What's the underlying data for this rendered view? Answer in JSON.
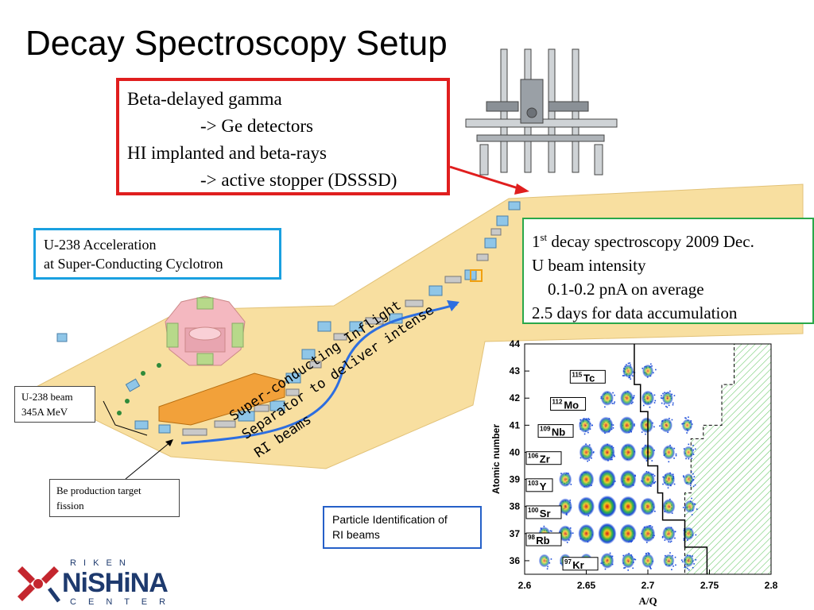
{
  "title": "Decay Spectroscopy Setup",
  "red_box": {
    "line1": "Beta-delayed gamma",
    "line2": "-> Ge detectors",
    "line3": "HI implanted and beta-rays",
    "line4": "-> active stopper (DSSSD)"
  },
  "blue_box": {
    "line1": "U-238 Acceleration",
    "line2": "at Super-Conducting Cyclotron"
  },
  "green_box": {
    "line1_num": "1",
    "line1_sup": "st",
    "line1_rest": " decay spectroscopy 2009 Dec.",
    "line2": "U beam intensity",
    "line3": "0.1-0.2 pnA on average",
    "line4": "2.5 days for data accumulation"
  },
  "beam_box": {
    "line1": "U-238 beam",
    "line2": "345A MeV"
  },
  "target_box": {
    "line1": "Be production target",
    "line2": "fission"
  },
  "separator_label": {
    "line1": "Super-conducting Inflight",
    "line2": "Separator to deliver intense",
    "line3": "RI beams"
  },
  "pid_box": {
    "line1": "Particle Identification of",
    "line2": "RI beams"
  },
  "logo": {
    "top": "R I K E N",
    "main": "NiSHiNA",
    "bottom": "C E N T E R"
  },
  "chart_data": {
    "type": "scatter",
    "xlabel": "A/Q",
    "ylabel": "Atomic number",
    "xlim": [
      2.6,
      2.8
    ],
    "ylim": [
      35.5,
      44
    ],
    "x_ticks": [
      "2.6",
      "2.65",
      "2.7",
      "2.75",
      "2.8"
    ],
    "y_ticks": [
      "36",
      "37",
      "38",
      "39",
      "40",
      "41",
      "42",
      "43",
      "44"
    ],
    "labels": [
      {
        "sup": "115",
        "el": "Tc"
      },
      {
        "sup": "112",
        "el": "Mo"
      },
      {
        "sup": "109",
        "el": "Nb"
      },
      {
        "sup": "106",
        "el": "Zr"
      },
      {
        "sup": "103",
        "el": "Y"
      },
      {
        "sup": "100",
        "el": "Sr"
      },
      {
        "sup": "98",
        "el": "Rb"
      },
      {
        "sup": "97",
        "el": "Kr"
      }
    ],
    "blobs": [
      {
        "z": 43,
        "aq": 2.684,
        "i": 0.3
      },
      {
        "z": 43,
        "aq": 2.7,
        "i": 0.3
      },
      {
        "z": 42,
        "aq": 2.667,
        "i": 0.45
      },
      {
        "z": 42,
        "aq": 2.683,
        "i": 0.5
      },
      {
        "z": 42,
        "aq": 2.7,
        "i": 0.45
      },
      {
        "z": 42,
        "aq": 2.716,
        "i": 0.3
      },
      {
        "z": 41,
        "aq": 2.649,
        "i": 0.45
      },
      {
        "z": 41,
        "aq": 2.666,
        "i": 0.6
      },
      {
        "z": 41,
        "aq": 2.683,
        "i": 0.65
      },
      {
        "z": 41,
        "aq": 2.699,
        "i": 0.5
      },
      {
        "z": 41,
        "aq": 2.715,
        "i": 0.4
      },
      {
        "z": 41,
        "aq": 2.732,
        "i": 0.25
      },
      {
        "z": 40,
        "aq": 2.65,
        "i": 0.55
      },
      {
        "z": 40,
        "aq": 2.667,
        "i": 0.7
      },
      {
        "z": 40,
        "aq": 2.684,
        "i": 0.7
      },
      {
        "z": 40,
        "aq": 2.7,
        "i": 0.55
      },
      {
        "z": 40,
        "aq": 2.717,
        "i": 0.4
      },
      {
        "z": 40,
        "aq": 2.733,
        "i": 0.25
      },
      {
        "z": 39,
        "aq": 2.633,
        "i": 0.45
      },
      {
        "z": 39,
        "aq": 2.65,
        "i": 0.7
      },
      {
        "z": 39,
        "aq": 2.667,
        "i": 0.85
      },
      {
        "z": 39,
        "aq": 2.684,
        "i": 0.75
      },
      {
        "z": 39,
        "aq": 2.7,
        "i": 0.55
      },
      {
        "z": 39,
        "aq": 2.717,
        "i": 0.4
      },
      {
        "z": 39,
        "aq": 2.733,
        "i": 0.2
      },
      {
        "z": 38,
        "aq": 2.633,
        "i": 0.55
      },
      {
        "z": 38,
        "aq": 2.65,
        "i": 0.8
      },
      {
        "z": 38,
        "aq": 2.667,
        "i": 1.0
      },
      {
        "z": 38,
        "aq": 2.684,
        "i": 0.9
      },
      {
        "z": 38,
        "aq": 2.7,
        "i": 0.65
      },
      {
        "z": 38,
        "aq": 2.717,
        "i": 0.45
      },
      {
        "z": 38,
        "aq": 2.734,
        "i": 0.25
      },
      {
        "z": 37,
        "aq": 2.616,
        "i": 0.35
      },
      {
        "z": 37,
        "aq": 2.633,
        "i": 0.55
      },
      {
        "z": 37,
        "aq": 2.65,
        "i": 0.75
      },
      {
        "z": 37,
        "aq": 2.667,
        "i": 0.95
      },
      {
        "z": 37,
        "aq": 2.684,
        "i": 0.8
      },
      {
        "z": 37,
        "aq": 2.7,
        "i": 0.6
      },
      {
        "z": 37,
        "aq": 2.717,
        "i": 0.45
      },
      {
        "z": 37,
        "aq": 2.733,
        "i": 0.3
      },
      {
        "z": 36,
        "aq": 2.616,
        "i": 0.3
      },
      {
        "z": 36,
        "aq": 2.633,
        "i": 0.35
      },
      {
        "z": 36,
        "aq": 2.65,
        "i": 0.4
      },
      {
        "z": 36,
        "aq": 2.667,
        "i": 0.5
      },
      {
        "z": 36,
        "aq": 2.684,
        "i": 0.45
      },
      {
        "z": 36,
        "aq": 2.7,
        "i": 0.4
      },
      {
        "z": 36,
        "aq": 2.717,
        "i": 0.3
      },
      {
        "z": 36,
        "aq": 2.733,
        "i": 0.25
      }
    ],
    "boundary": [
      [
        2.689,
        44
      ],
      [
        2.689,
        42.5
      ],
      [
        2.694,
        42.5
      ],
      [
        2.694,
        41.5
      ],
      [
        2.7,
        41.5
      ],
      [
        2.7,
        40.5
      ],
      [
        2.7,
        39.5
      ],
      [
        2.708,
        39.5
      ],
      [
        2.708,
        38.5
      ],
      [
        2.712,
        38.5
      ],
      [
        2.712,
        37.5
      ],
      [
        2.73,
        37.5
      ],
      [
        2.73,
        36.5
      ],
      [
        2.748,
        36.5
      ],
      [
        2.748,
        35.5
      ]
    ]
  },
  "colors": {
    "red_box": "#e01e1e",
    "blue_box": "#1aa0e0",
    "green_box": "#2aa84a",
    "pid_box": "#2560c8",
    "floor": "#f8dfa0",
    "cyclotron_pink": "#f4b8c0",
    "cyclotron_green": "#b7d98a",
    "separator_orange": "#f2a13a",
    "beam_blue": "#2d6ee0",
    "logo_red": "#c4262e",
    "logo_navy": "#1e3a6e"
  }
}
